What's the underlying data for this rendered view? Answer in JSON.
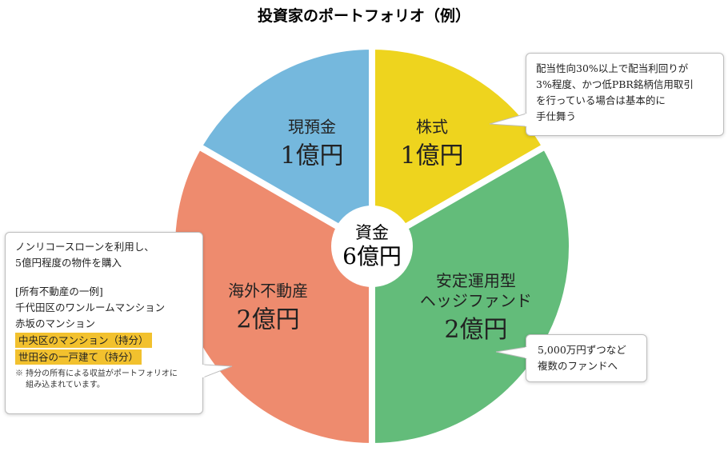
{
  "chart_data": {
    "type": "pie",
    "title": "投資家のポートフォリオ（例）",
    "center": {
      "line1": "資金",
      "line2": "6億円",
      "value": 6
    },
    "slices": [
      {
        "name": "株式",
        "label_lines": [
          "株式"
        ],
        "value_label": "1億円",
        "value": 1,
        "color": "#EED41E"
      },
      {
        "name": "安定運用型ヘッジファンド",
        "label_lines": [
          "安定運用型",
          "ヘッジファンド"
        ],
        "value_label": "2億円",
        "value": 2,
        "color": "#63BC7A"
      },
      {
        "name": "海外不動産",
        "label_lines": [
          "海外不動産"
        ],
        "value_label": "2億円",
        "value": 2,
        "color": "#EE8B6E"
      },
      {
        "name": "現預金",
        "label_lines": [
          "現預金"
        ],
        "value_label": "1億円",
        "value": 1,
        "color": "#75B8DD"
      }
    ]
  },
  "callouts": {
    "stocks": {
      "lines": [
        "配当性向30%以上で配当利回りが",
        "3%程度、かつ低PBR銘柄信用取引",
        "を行っている場合は基本的に",
        "手仕舞う"
      ]
    },
    "hedge": {
      "lines": [
        "5,000万円ずつなど",
        "複数のファンドへ"
      ]
    },
    "realestate": {
      "intro": [
        "ノンリコースローンを利用し、",
        "5億円程度の物件を購入"
      ],
      "list_title": "[所有不動産の一例]",
      "items": [
        "千代田区のワンルームマンション",
        "赤坂のマンション"
      ],
      "highlighted": [
        "中央区のマンション（持分）",
        "世田谷の一戸建て（持分）"
      ],
      "note": [
        "※ 持分の所有による収益がポートフォリオに",
        "　 組み込まれています。"
      ],
      "highlight_color": "#F2C12E"
    }
  }
}
